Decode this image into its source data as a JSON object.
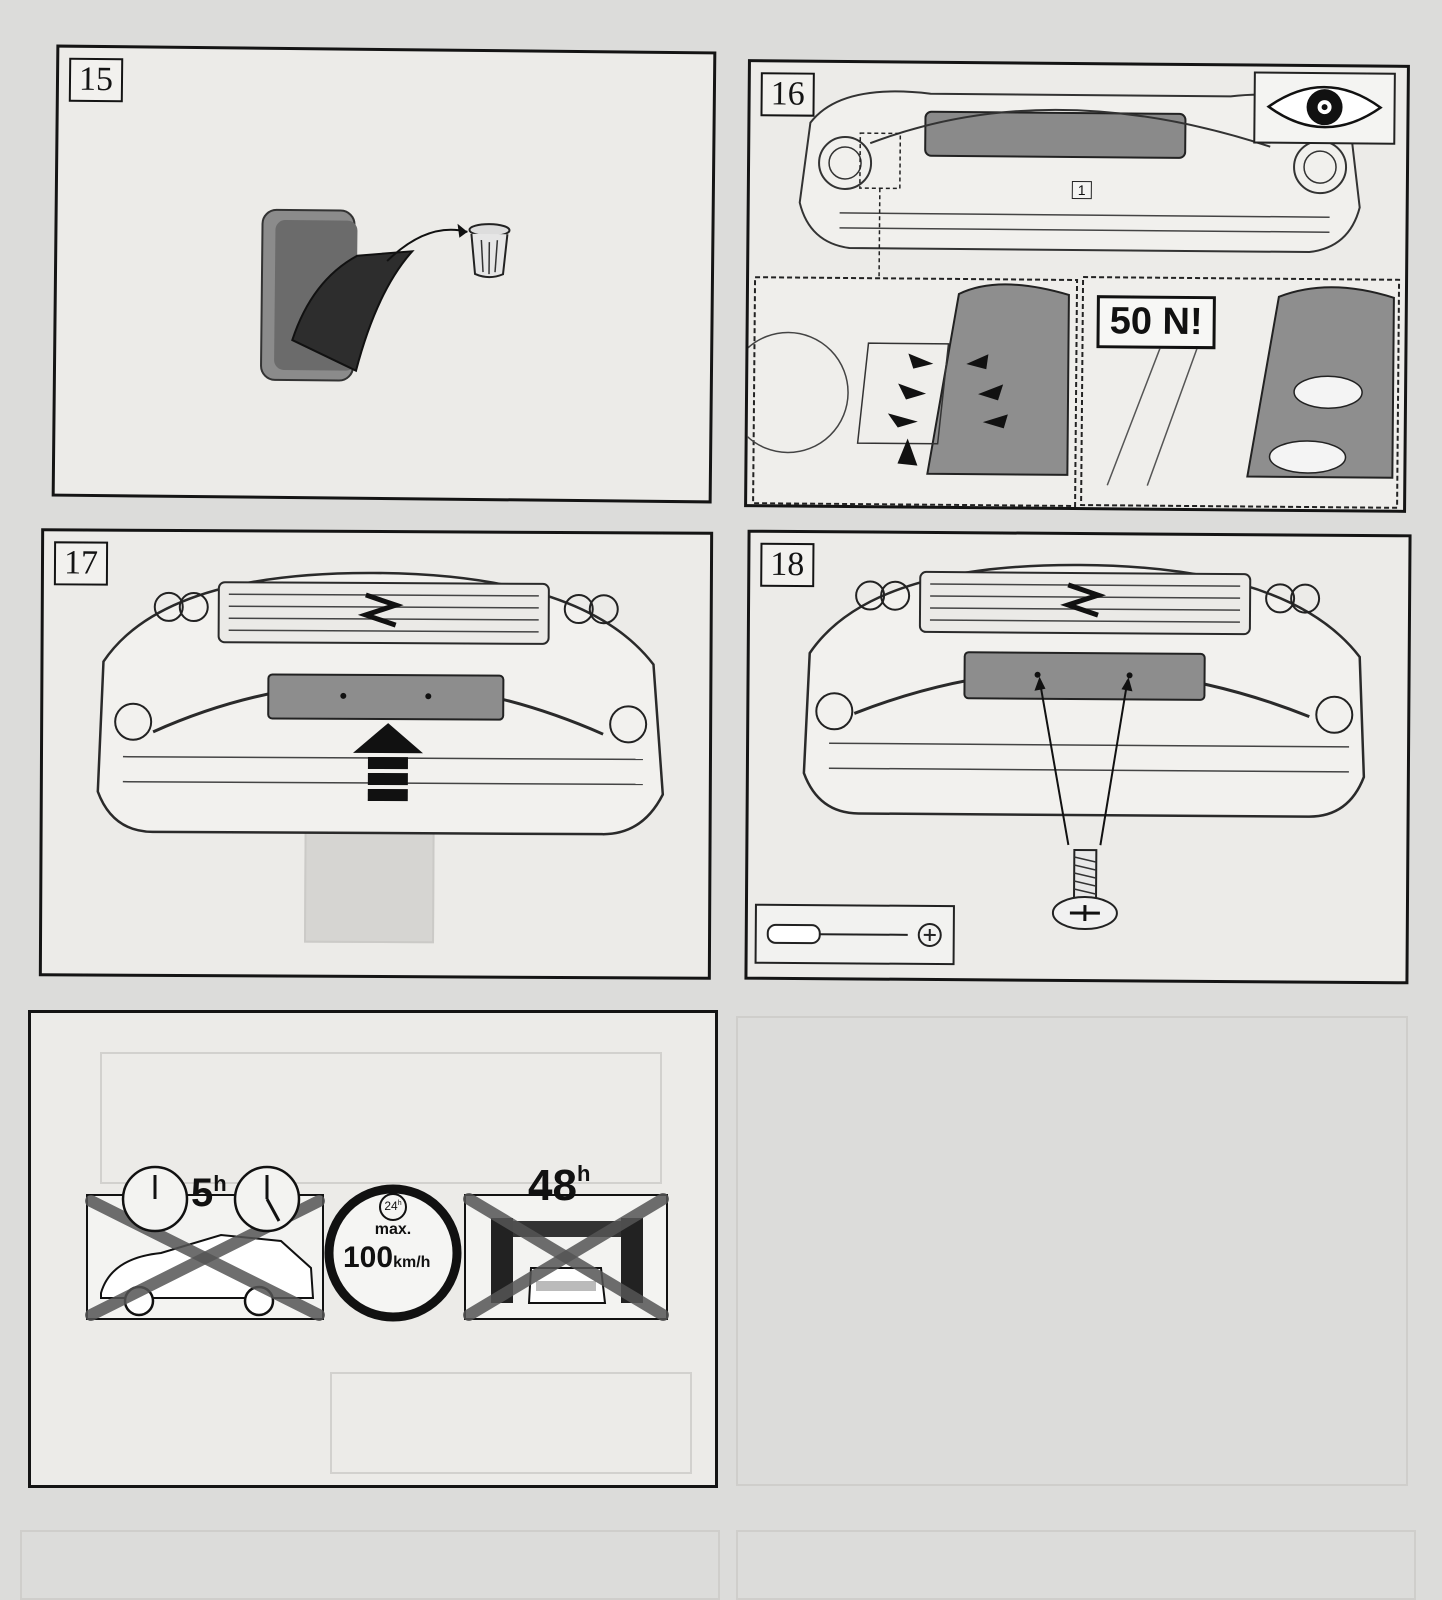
{
  "steps": {
    "s15": {
      "number": "15"
    },
    "s16": {
      "number": "16",
      "plate_badge": "1",
      "force_label": "50 N!"
    },
    "s17": {
      "number": "17"
    },
    "s18": {
      "number": "18"
    }
  },
  "final": {
    "wait_hours": "5",
    "wait_unit": "h",
    "speed_hours": "24",
    "speed_hours_unit": "h",
    "speed_max": "max.",
    "speed_value": "100",
    "speed_unit": "km/h",
    "wash_hours": "48",
    "wash_unit": "h"
  }
}
